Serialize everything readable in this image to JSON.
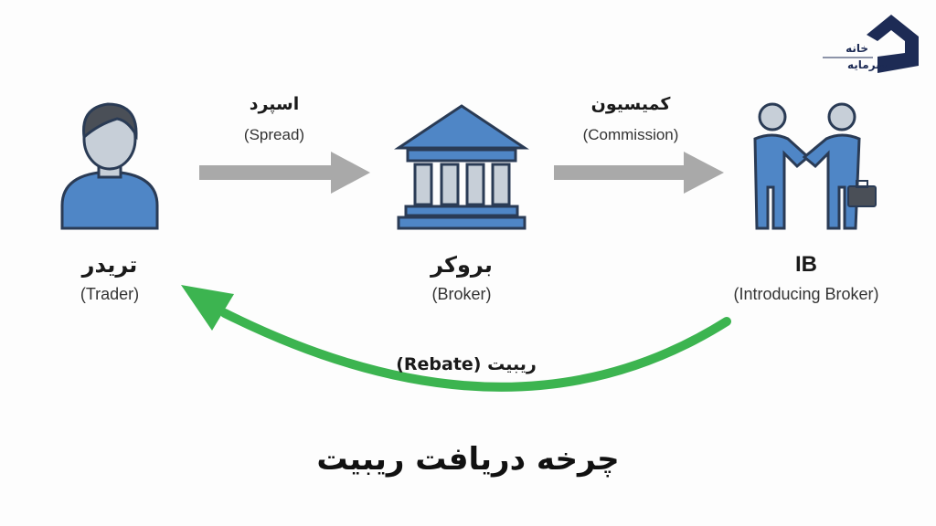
{
  "logo": {
    "text_line1": "خانه",
    "text_line2": "سرمایه",
    "color": "#1d2b55"
  },
  "nodes": {
    "trader": {
      "label_fa": "تریدر",
      "label_en": "(Trader)",
      "icon": "person-icon"
    },
    "broker": {
      "label_fa": "بروکر",
      "label_en": "(Broker)",
      "icon": "bank-icon"
    },
    "ib": {
      "label_fa": "IB",
      "label_en": "(Introducing Broker)",
      "icon": "handshake-icon"
    }
  },
  "arrows": {
    "spread": {
      "label_fa": "اسپرد",
      "label_en": "(Spread)",
      "color": "#a9a9a9"
    },
    "commission": {
      "label_fa": "کمیسیون",
      "label_en": "(Commission)",
      "color": "#a9a9a9"
    },
    "rebate": {
      "label": "ریبیت (Rebate)",
      "color": "#3cb450"
    }
  },
  "title": "چرخه دریافت ریبیت",
  "colors": {
    "icon_blue": "#4f86c6",
    "icon_dark": "#2a3b55",
    "skin": "#c7cfd8",
    "hair": "#4a4f57"
  }
}
